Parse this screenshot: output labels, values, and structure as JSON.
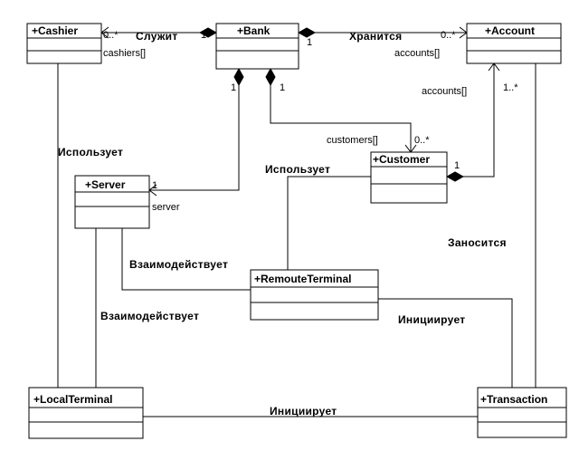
{
  "classes": {
    "cashier": "+Cashier",
    "bank": "+Bank",
    "account": "+Account",
    "server": "+Server",
    "customer": "+Customer",
    "remote_terminal": "+RemouteTerminal",
    "local_terminal": "+LocalTerminal",
    "transaction": "+Transaction"
  },
  "associations": {
    "serves": "Служит",
    "stored": "Хранится",
    "uses_customer": "Использует",
    "uses_cashier": "Использует",
    "interacts_remote": "Взаимодействует",
    "interacts_local": "Взаимодействует",
    "recorded": "Заносится",
    "initiates_remote": "Инициирует",
    "initiates_local": "Инициирует"
  },
  "roles": {
    "cashiers": "cashiers[]",
    "accounts_bank": "accounts[]",
    "accounts_customer": "accounts[]",
    "customers": "customers[]",
    "server": "server"
  },
  "multiplicities": {
    "cashier_many": "0..*",
    "bank_cashier_one": "1",
    "bank_account_one": "1",
    "account_many": "0..*",
    "bank_server_one": "1",
    "bank_customer_one": "1",
    "server_one": "1",
    "customer_many": "0..*",
    "customer_account_one": "1",
    "account_customer_many": "1..*"
  }
}
